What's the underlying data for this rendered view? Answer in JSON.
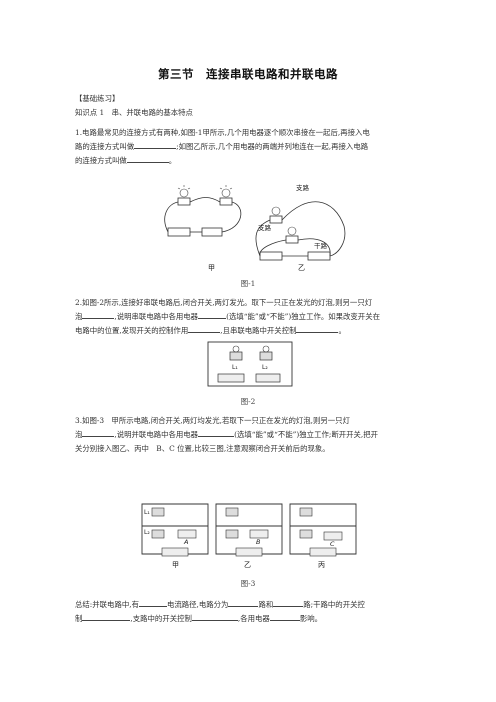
{
  "title": "第三节　连接串联电路和并联电路",
  "section_tag": "【基础练习】",
  "kp1": "知识点 1　串、并联电路的基本特点",
  "q1": {
    "l1": "1.电路最常见的连接方式有两种,如图-1甲所示,几个用电器逐个顺次串接在一起后,再接入电",
    "l2a": "路的连接方式叫做",
    "l2b": ";如图乙所示,几个用电器的两端并列地连在一起,再接入电路",
    "l3a": "的连接方式叫做",
    "l3b": "。"
  },
  "fig1": {
    "caption": "图-1",
    "jia": "甲",
    "yi": "乙",
    "zhilu1": "支路",
    "zhilu2": "支路",
    "ganlu": "干路"
  },
  "q2": {
    "l1": "2.如图-2所示,连接好串联电路后,闭合开关,两灯发光。取下一只正在发光的灯泡,则另一只灯",
    "l2a": "泡",
    "l2b": ",说明串联电路中各用电器",
    "l2c": "(选填“能”或“不能”)独立工作。如果改变开关在",
    "l3a": "电路中的位置,发现开关的控制作用",
    "l3b": ",且串联电路中开关控制",
    "l3c": "。"
  },
  "fig2": {
    "caption": "图-2",
    "L1": "L₁",
    "L2": "L₂"
  },
  "q3": {
    "l1": "3.如图-3　甲所示电路,闭合开关,两灯均发光,若取下一只正在发光的灯泡,则另一只灯",
    "l2a": "泡",
    "l2b": ",说明并联电路中各用电器",
    "l2c": "(选填“能”或“不能”)独立工作;断开开关,把开",
    "l3": "关分别接入图乙、丙中　B、C 位置,比较三图,注意观察闭合开关前后的现象。"
  },
  "fig3": {
    "caption": "图-3",
    "jia": "甲",
    "yi": "乙",
    "bing": "丙",
    "L1": "L₁",
    "L2": "L₂",
    "A": "A",
    "B": "B",
    "C": "C"
  },
  "summary": {
    "l1a": "总结:并联电路中,有",
    "l1b": "电流路径,电路分为",
    "l1c": "路和",
    "l1d": "路;干路中的开关控",
    "l2a": "制",
    "l2b": ",支路中的开关控制",
    "l2c": ",各用电器",
    "l2d": "影响。"
  }
}
